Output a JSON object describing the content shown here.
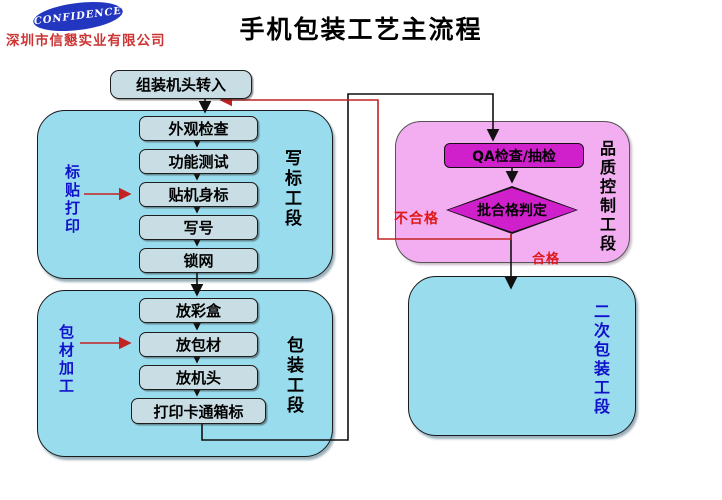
{
  "header": {
    "logo_text": "CONFIDENCE",
    "company": "深圳市信懇实业有限公司",
    "title": "手机包装工艺主流程"
  },
  "flow": {
    "start": "组装机头转入",
    "section1": {
      "label": "写标工段",
      "side_label": "标贴打印",
      "steps": [
        "外观检查",
        "功能测试",
        "贴机身标",
        "写号",
        "锁网"
      ]
    },
    "section2": {
      "label": "包装工段",
      "side_label": "包材加工",
      "steps": [
        "放彩盒",
        "放包材",
        "放机头",
        "打印卡通箱标"
      ]
    },
    "qa": {
      "label": "品质控制工段",
      "check_box": "QA检查/抽检",
      "decision": "批合格判定",
      "fail_label": "不合格",
      "pass_label": "合格"
    },
    "secondary_section": "二次包装工段"
  },
  "colors": {
    "container_cyan": "#99dcee",
    "container_pink": "#f2aef0",
    "qa_magenta": "#d020cc",
    "process_box": "#c9dee4",
    "flow_line_black": "#111111",
    "flow_line_red": "#c22222",
    "label_blue": "#1111cc",
    "label_red": "#e01818",
    "company_red": "#cc3333",
    "logo_blue": "#2336c0"
  }
}
